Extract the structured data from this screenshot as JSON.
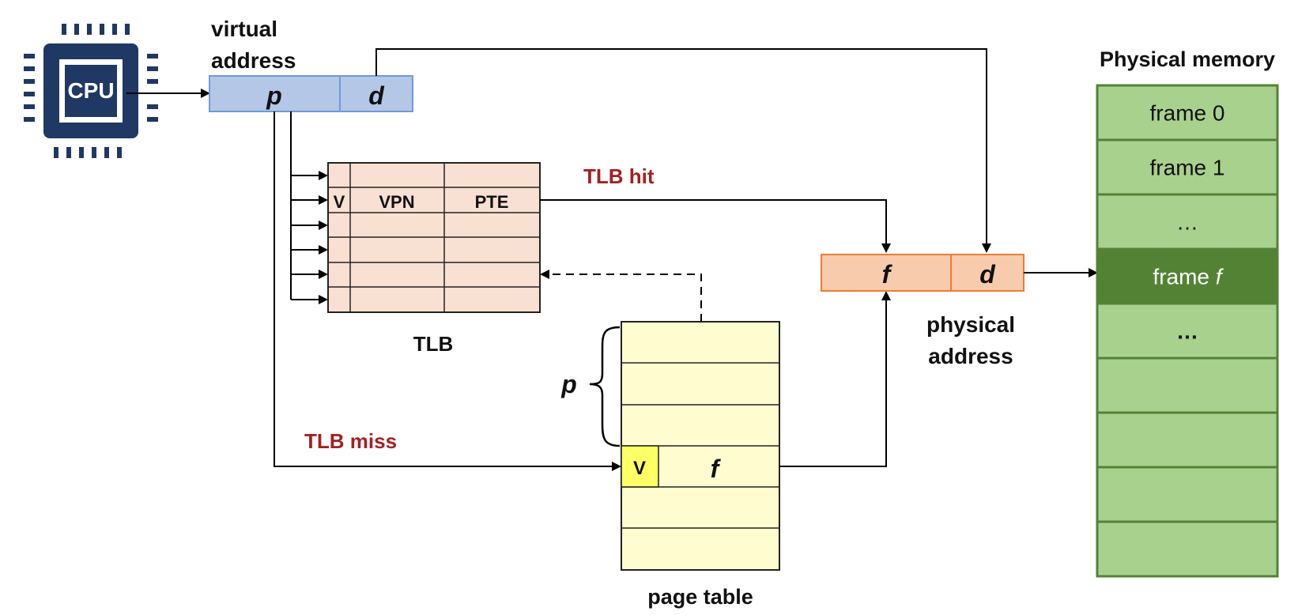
{
  "cpu": {
    "label": "CPU"
  },
  "virtual_address": {
    "line1": "virtual",
    "line2": "address",
    "p": "p",
    "d": "d"
  },
  "tlb": {
    "title": "TLB",
    "columns": [
      "V",
      "VPN",
      "PTE"
    ],
    "hit_label": "TLB hit",
    "miss_label": "TLB miss"
  },
  "page_table": {
    "title": "page table",
    "p_label": "p",
    "v": "V",
    "f": "f"
  },
  "physical_address": {
    "line1": "physical",
    "line2": "address",
    "f": "f",
    "d": "d"
  },
  "physical_memory": {
    "title": "Physical memory",
    "frames": [
      "frame 0",
      "frame 1",
      "…",
      "frame f",
      "…",
      "",
      "",
      "",
      ""
    ],
    "highlight_index": 3
  },
  "colors": {
    "cpu": "#1f3864",
    "virtual_address_fill": "#b4c7e7",
    "virtual_address_stroke": "#6f9bd8",
    "tlb_fill": "#f8e0d2",
    "page_table_fill": "#fffdd0",
    "valid_fill": "#ffff66",
    "physical_address_fill": "#f8cbad",
    "physical_address_stroke": "#ed7d31",
    "memory_fill": "#a9d18e",
    "memory_stroke": "#548235",
    "memory_highlight": "#548235",
    "accent_red": "#a52020"
  }
}
